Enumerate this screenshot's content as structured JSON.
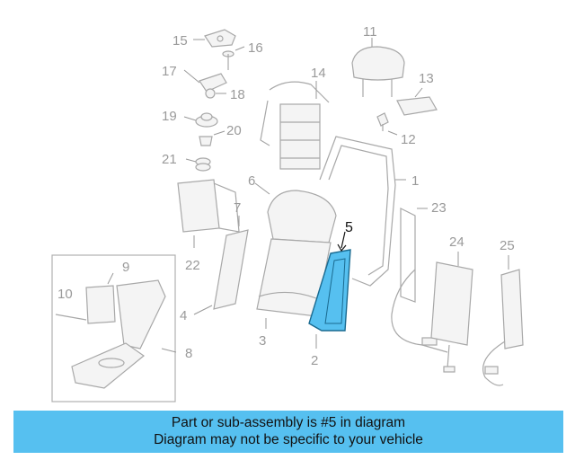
{
  "callouts": [
    "1",
    "2",
    "3",
    "4",
    "5",
    "6",
    "7",
    "8",
    "9",
    "10",
    "11",
    "12",
    "13",
    "14",
    "15",
    "16",
    "17",
    "18",
    "19",
    "20",
    "21",
    "22",
    "23",
    "24",
    "25"
  ],
  "highlight_color": "#56c0f0",
  "banner": {
    "line1": "Part or sub-assembly is #5 in diagram",
    "line2": "Diagram may not be specific to your vehicle"
  }
}
